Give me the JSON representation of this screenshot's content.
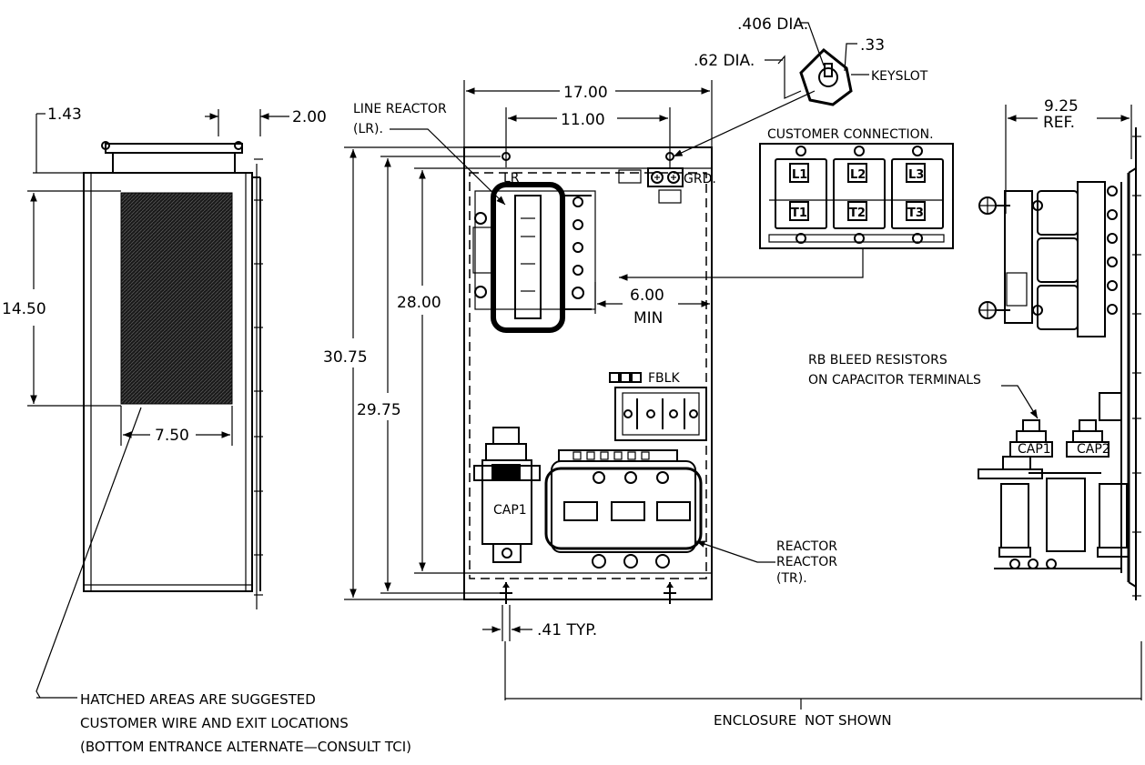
{
  "dimensions": {
    "side_top_left": "1.43",
    "side_top_right": "2.00",
    "side_height": "14.50",
    "side_width": "7.50",
    "overall_width": "17.00",
    "mount_spacing": "11.00",
    "overall_height": "30.75",
    "mount_height": "29.75",
    "inner_height": "28.00",
    "clearance": "6.00",
    "clearance_unit": "MIN",
    "tab_width": ".41 TYP.",
    "depth": "9.25",
    "depth_unit": "REF.",
    "small_hole": ".406 DIA.",
    "large_hole": ".62 DIA.",
    "slot_width": ".33",
    "keyslot": "KEYSLOT"
  },
  "labels": {
    "line_reactor_1": "LINE REACTOR",
    "line_reactor_2": "(LR).",
    "lr_tag": "LR",
    "customer_connection": "CUSTOMER CONNECTION.",
    "grd": "GRD.",
    "fblk": "FBLK",
    "cap1_front": "CAP1",
    "cap1_side": "CAP1",
    "cap2_side": "CAP2",
    "reactor_1": "REACTOR",
    "reactor_2": "REACTOR",
    "reactor_3": "(TR).",
    "rb_1": "RB BLEED RESISTORS",
    "rb_2": "ON CAPACITOR TERMINALS",
    "enclosure_1": "ENCLOSURE",
    "enclosure_2": "NOT SHOWN",
    "hatch_1": "HATCHED AREAS ARE SUGGESTED",
    "hatch_2": "CUSTOMER WIRE AND EXIT LOCATIONS",
    "hatch_3": "(BOTTOM ENTRANCE ALTERNATE—CONSULT TCI)"
  },
  "terminals": {
    "l1": "L1",
    "l2": "L2",
    "l3": "L3",
    "t1": "T1",
    "t2": "T2",
    "t3": "T3"
  }
}
